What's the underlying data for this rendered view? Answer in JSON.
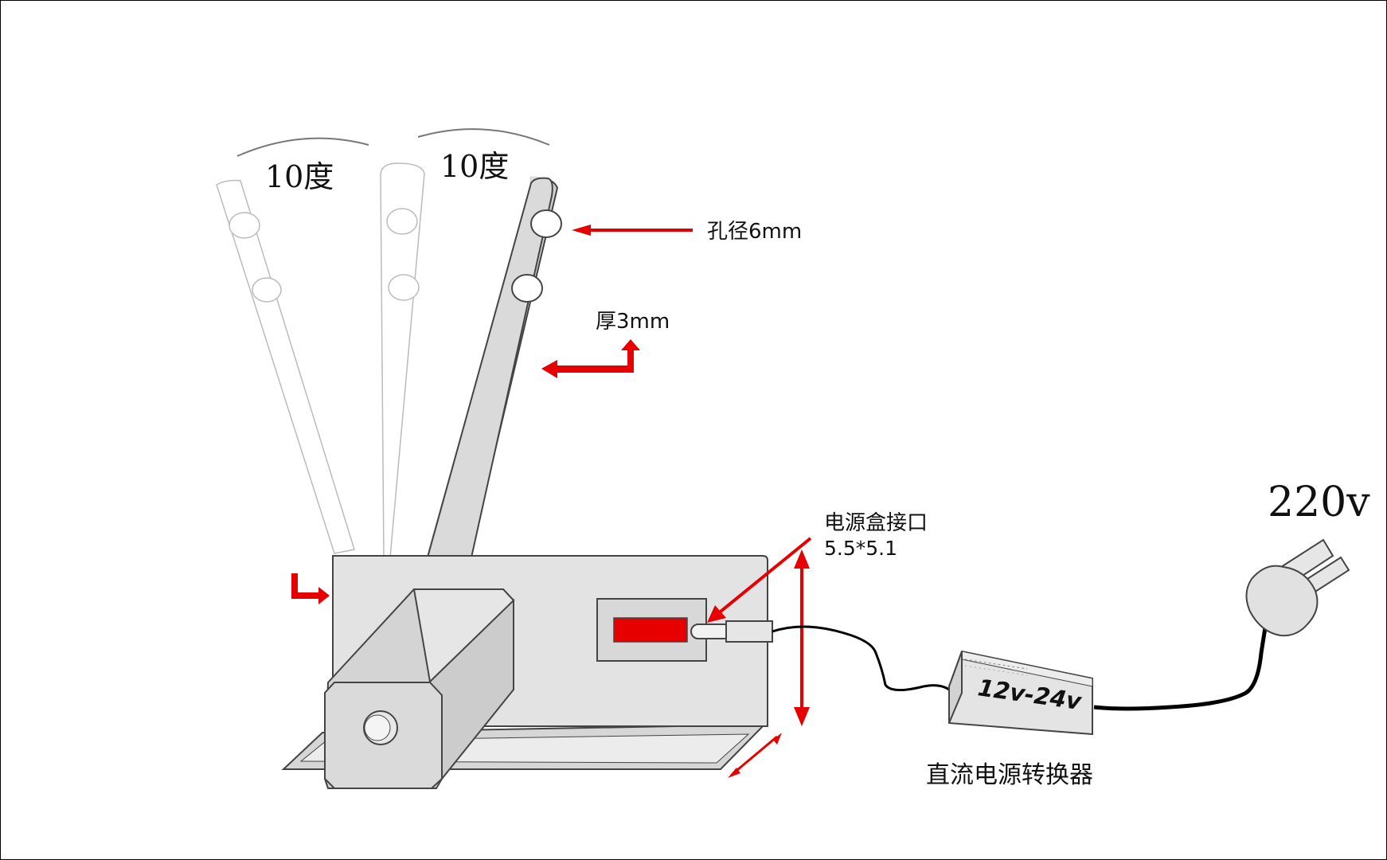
{
  "labels": {
    "angle_left": "10度",
    "angle_right": "10度",
    "hole_diameter": "孔径6mm",
    "thickness": "厚3mm",
    "power_port_title": "电源盒接口",
    "power_port_size": "5.5*5.1",
    "converter_voltage": "12v-24v",
    "converter_name": "直流电源转换器",
    "mains_voltage": "220v"
  },
  "colors": {
    "arrow_red": "#e60000",
    "body_gray": "#e3e3e3",
    "outline": "#444444",
    "cable": "#000000"
  }
}
